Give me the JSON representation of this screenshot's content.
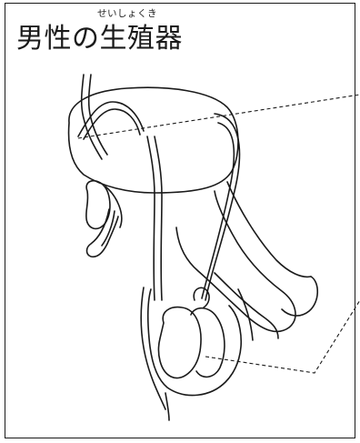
{
  "title": {
    "prefix": "男性の",
    "main": "生殖器",
    "furigana": "せいしょくき"
  },
  "diagram": {
    "subject": "male-reproductive-organs",
    "callout_style": "dashed",
    "callout_count": 2,
    "line_color": "#1a1a1a"
  }
}
